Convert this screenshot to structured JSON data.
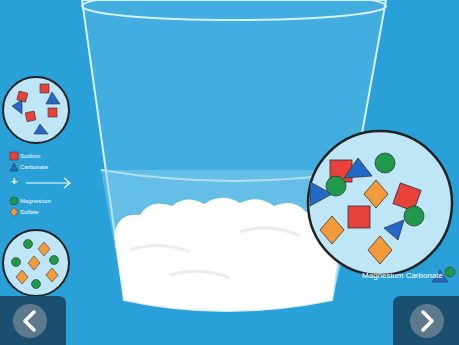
{
  "diagram": {
    "labels": [
      "+",
      "Magnesium Carbonate"
    ],
    "legend": [
      {
        "text": "Sodium"
      },
      {
        "text": "Carbonate"
      },
      {
        "text": "Magnesium"
      },
      {
        "text": "Sulfate"
      }
    ]
  }
}
